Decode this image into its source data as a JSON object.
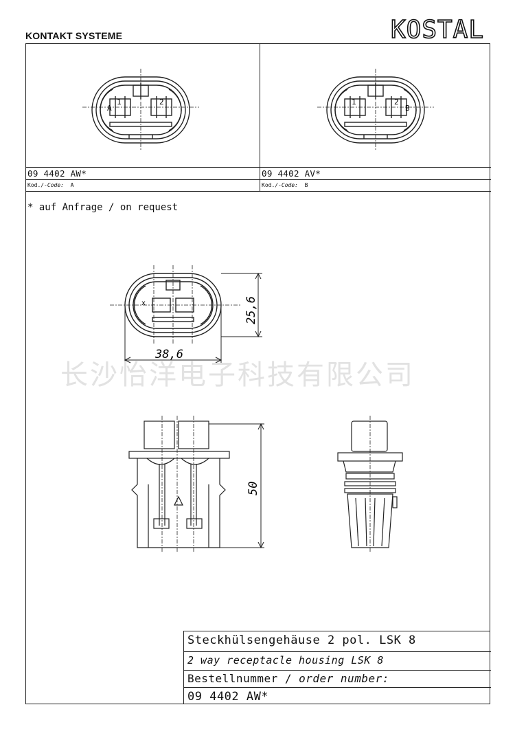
{
  "header": {
    "section_title": "KONTAKT SYSTEME",
    "brand": "KOSTAL"
  },
  "variants": [
    {
      "part_number": "09 4402 AW*",
      "code_label": "Kod./",
      "code_label_italic": "-Code:",
      "code_value": "A"
    },
    {
      "part_number": "09 4402 AV*",
      "code_label": "Kod./",
      "code_label_italic": "-Code:",
      "code_value": "B"
    }
  ],
  "pin_labels": {
    "pin1": "1",
    "pin2": "2",
    "coding_a": "A",
    "coding_b": "B",
    "coding_x": "x"
  },
  "note": "* auf Anfrage / on request",
  "dimensions": {
    "height": "25,6",
    "width": "38,6",
    "length": "50"
  },
  "watermark": "长沙怡洋电子科技有限公司",
  "title_block": {
    "name_de": "Steckhülsengehäuse 2 pol. LSK 8",
    "name_en": "2 way receptacle housing LSK 8",
    "order_label": "Bestellnummer / ",
    "order_label_italic": "order number:",
    "order_number": "09 4402 AW*"
  }
}
